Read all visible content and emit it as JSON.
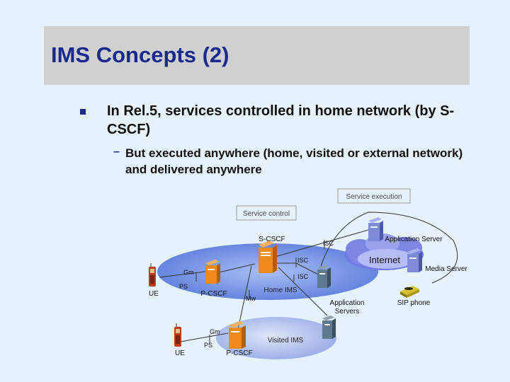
{
  "slide": {
    "title": "IMS Concepts (2)",
    "bullet": "In Rel.5, services controlled in home network (by S-CSCF)",
    "sub_bullet": "But executed anywhere (home, visited or external network) and delivered anywhere"
  },
  "diagram": {
    "service_execution": "Service execution",
    "service_control": "Service control",
    "s_cscf": "S-CSCF",
    "isc_top": "ISC",
    "isc_mid": "ISC",
    "isc_low": "ISC",
    "application_server_top": "Application Server",
    "internet": "Internet",
    "media_server": "Media Server",
    "gm_home": "Gm",
    "ps_home": "PS",
    "ue_home": "UE",
    "p_cscf_home": "P-CSCF",
    "mw": "Mw",
    "home_ims": "Home IMS",
    "application_servers_line1": "Application",
    "application_servers_line2": "Servers",
    "sip_phone": "SIP phone",
    "gm_visited": "Gm",
    "ps_visited": "PS",
    "ue_visited": "UE",
    "p_cscf_visited": "P-CSCF",
    "visited_ims": "Visited IMS"
  },
  "colors": {
    "title_text": "#1a2a8c",
    "title_bar": "#d0d0d0",
    "background": "#e6f2fb",
    "ims_blue": "#6f8fe6",
    "server_orange": "#ef8a1c",
    "server_blue": "#7f8bd8"
  }
}
